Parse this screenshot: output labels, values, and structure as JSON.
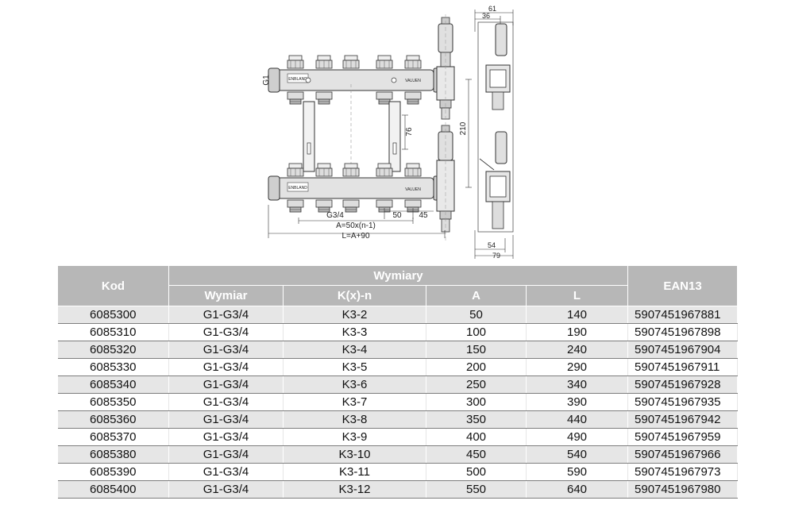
{
  "drawing": {
    "dim_labels": {
      "g1": "G1",
      "h76": "76",
      "h210": "210",
      "g34": "G3/4",
      "d50": "50",
      "d45": "45",
      "formula_a": "A=50x(n-1)",
      "formula_l": "L=A+90",
      "w61": "61",
      "w36": "36",
      "w54": "54",
      "w79": "79"
    },
    "brand_marks": [
      "ENBLAND",
      "VALUEN",
      "ENBLAND",
      "VALUEN"
    ]
  },
  "table": {
    "headers": {
      "kod": "Kod",
      "wymiary": "Wymiary",
      "ean": "EAN13",
      "sub": [
        "Wymiar",
        "K(x)-n",
        "A",
        "L"
      ]
    },
    "rows": [
      [
        "6085300",
        "G1-G3/4",
        "K3-2",
        "50",
        "140",
        "5907451967881"
      ],
      [
        "6085310",
        "G1-G3/4",
        "K3-3",
        "100",
        "190",
        "5907451967898"
      ],
      [
        "6085320",
        "G1-G3/4",
        "K3-4",
        "150",
        "240",
        "5907451967904"
      ],
      [
        "6085330",
        "G1-G3/4",
        "K3-5",
        "200",
        "290",
        "5907451967911"
      ],
      [
        "6085340",
        "G1-G3/4",
        "K3-6",
        "250",
        "340",
        "5907451967928"
      ],
      [
        "6085350",
        "G1-G3/4",
        "K3-7",
        "300",
        "390",
        "5907451967935"
      ],
      [
        "6085360",
        "G1-G3/4",
        "K3-8",
        "350",
        "440",
        "5907451967942"
      ],
      [
        "6085370",
        "G1-G3/4",
        "K3-9",
        "400",
        "490",
        "5907451967959"
      ],
      [
        "6085380",
        "G1-G3/4",
        "K3-10",
        "450",
        "540",
        "5907451967966"
      ],
      [
        "6085390",
        "G1-G3/4",
        "K3-11",
        "500",
        "590",
        "5907451967973"
      ],
      [
        "6085400",
        "G1-G3/4",
        "K3-12",
        "550",
        "640",
        "5907451967980"
      ]
    ]
  }
}
